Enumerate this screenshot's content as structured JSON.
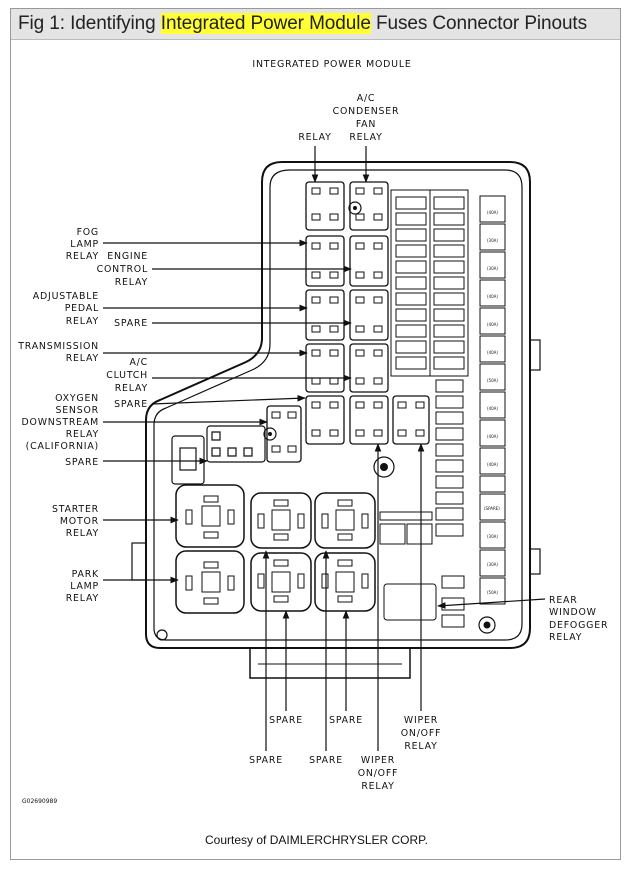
{
  "header": {
    "title_before": "Fig 1: Identifying ",
    "title_highlight": "Integrated Power Module",
    "title_after": " Fuses Connector Pinouts",
    "highlight_color": "#ffff33"
  },
  "diagram": {
    "heading": "INTEGRATED POWER MODULE",
    "labels": {
      "relay_top": "RELAY",
      "ac_condenser_1": "A/C",
      "ac_condenser_2": "CONDENSER",
      "ac_condenser_3": "FAN",
      "ac_condenser_4": "RELAY",
      "fog_1": "FOG",
      "fog_2": "LAMP",
      "fog_3": "RELAY",
      "engine_1": "ENGINE",
      "engine_2": "CONTROL",
      "engine_3": "RELAY",
      "adj_1": "ADJUSTABLE",
      "adj_2": "PEDAL",
      "adj_3": "RELAY",
      "spare_1": "SPARE",
      "trans_1": "TRANSMISSION",
      "trans_2": "RELAY",
      "acc_1": "A/C",
      "acc_2": "CLUTCH",
      "acc_3": "RELAY",
      "oxy_1": "OXYGEN",
      "oxy_2": "SENSOR",
      "oxy_3": "DOWNSTREAM",
      "oxy_4": "RELAY",
      "oxy_5": "(CALIFORNIA)",
      "spare_2": "SPARE",
      "spare_3": "SPARE",
      "starter_1": "STARTER",
      "starter_2": "MOTOR",
      "starter_3": "RELAY",
      "park_1": "PARK",
      "park_2": "LAMP",
      "park_3": "RELAY",
      "rear_1": "REAR",
      "rear_2": "WINDOW",
      "rear_3": "DEFOGGER",
      "rear_4": "RELAY",
      "b_spare_1": "SPARE",
      "b_spare_2": "SPARE",
      "b_wiper_1": "WIPER",
      "b_wiper_2": "ON/OFF",
      "b_wiper_3": "RELAY",
      "b_spare_3": "SPARE",
      "b_spare_4": "SPARE",
      "b_wiper2_1": "WIPER",
      "b_wiper2_2": "ON/OFF",
      "b_wiper2_3": "RELAY"
    },
    "code": "G02690989"
  },
  "footer": {
    "credit": "Courtesy of DAIMLERCHRYSLER CORP."
  }
}
